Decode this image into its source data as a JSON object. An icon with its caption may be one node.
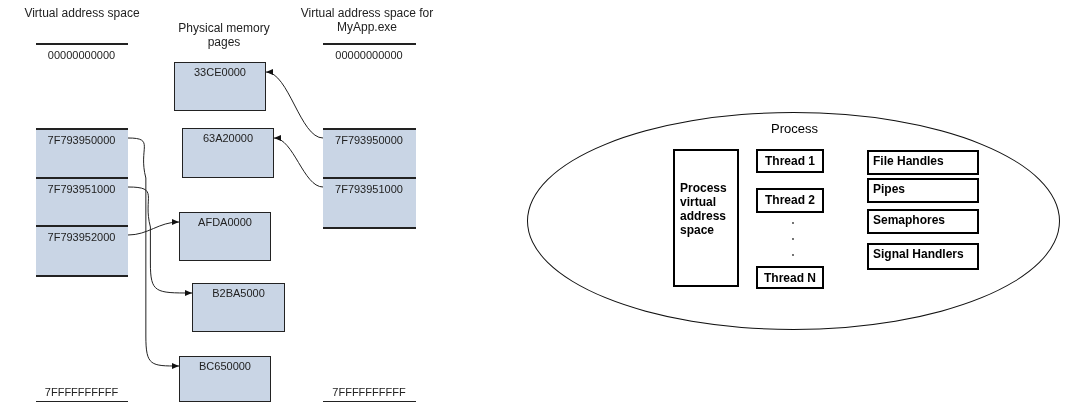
{
  "diagram": {
    "nodes": [
      {
        "text": [
          "Virtual address space"
        ]
      },
      {
        "text": [
          "00000000000"
        ],
        "in": 0
      },
      {
        "text": [
          "7F793950000"
        ],
        "in": 0
      },
      {
        "text": [
          "7F793951000"
        ],
        "in": 0
      },
      {
        "text": [
          "7F793952000"
        ],
        "in": 0
      },
      {
        "text": [
          "7FFFFFFFFFF"
        ],
        "in": 0
      },
      {
        "text": [
          "33CE0000"
        ]
      },
      {
        "text": [
          "63A20000"
        ]
      },
      {
        "text": [
          "AFDA0000"
        ]
      },
      {
        "text": [
          "B2BA5000"
        ]
      },
      {
        "text": [
          "BC650000"
        ]
      },
      {
        "text": [
          "Virtual address space for MyApp.exe"
        ]
      },
      {
        "text": [
          "00000000000"
        ],
        "in": 11
      },
      {
        "text": [
          "7F793950000"
        ],
        "in": 11
      },
      {
        "text": [
          "7F793951000"
        ],
        "in": 11
      },
      {
        "text": [
          "7FFFFFFFFFF"
        ],
        "in": 11
      },
      {
        "text": [
          "Process"
        ]
      },
      {
        "text": [
          "Process virtual address space"
        ],
        "in": 16
      },
      {
        "text": [
          "Thread 1"
        ],
        "in": 16
      },
      {
        "text": [
          "Thread 2"
        ],
        "in": 16
      },
      {
        "text": [
          "Thread N"
        ],
        "in": 16
      },
      {
        "text": [
          "File Handles"
        ],
        "in": 16
      },
      {
        "text": [
          "Pipes"
        ],
        "in": 16
      },
      {
        "text": [
          "Semaphores"
        ],
        "in": 16
      },
      {
        "text": [
          "Signal Handlers"
        ],
        "in": 16
      }
    ],
    "edges": [
      {
        "from": 2,
        "to": 10,
        "arrow": "to"
      },
      {
        "from": 3,
        "to": 9,
        "arrow": "to"
      },
      {
        "from": 4,
        "to": 8,
        "arrow": "to"
      },
      {
        "from": 13,
        "to": 6,
        "arrow": "to"
      },
      {
        "from": 14,
        "to": 7,
        "arrow": "to"
      }
    ],
    "labels": [
      "Physical memory pages"
    ]
  }
}
